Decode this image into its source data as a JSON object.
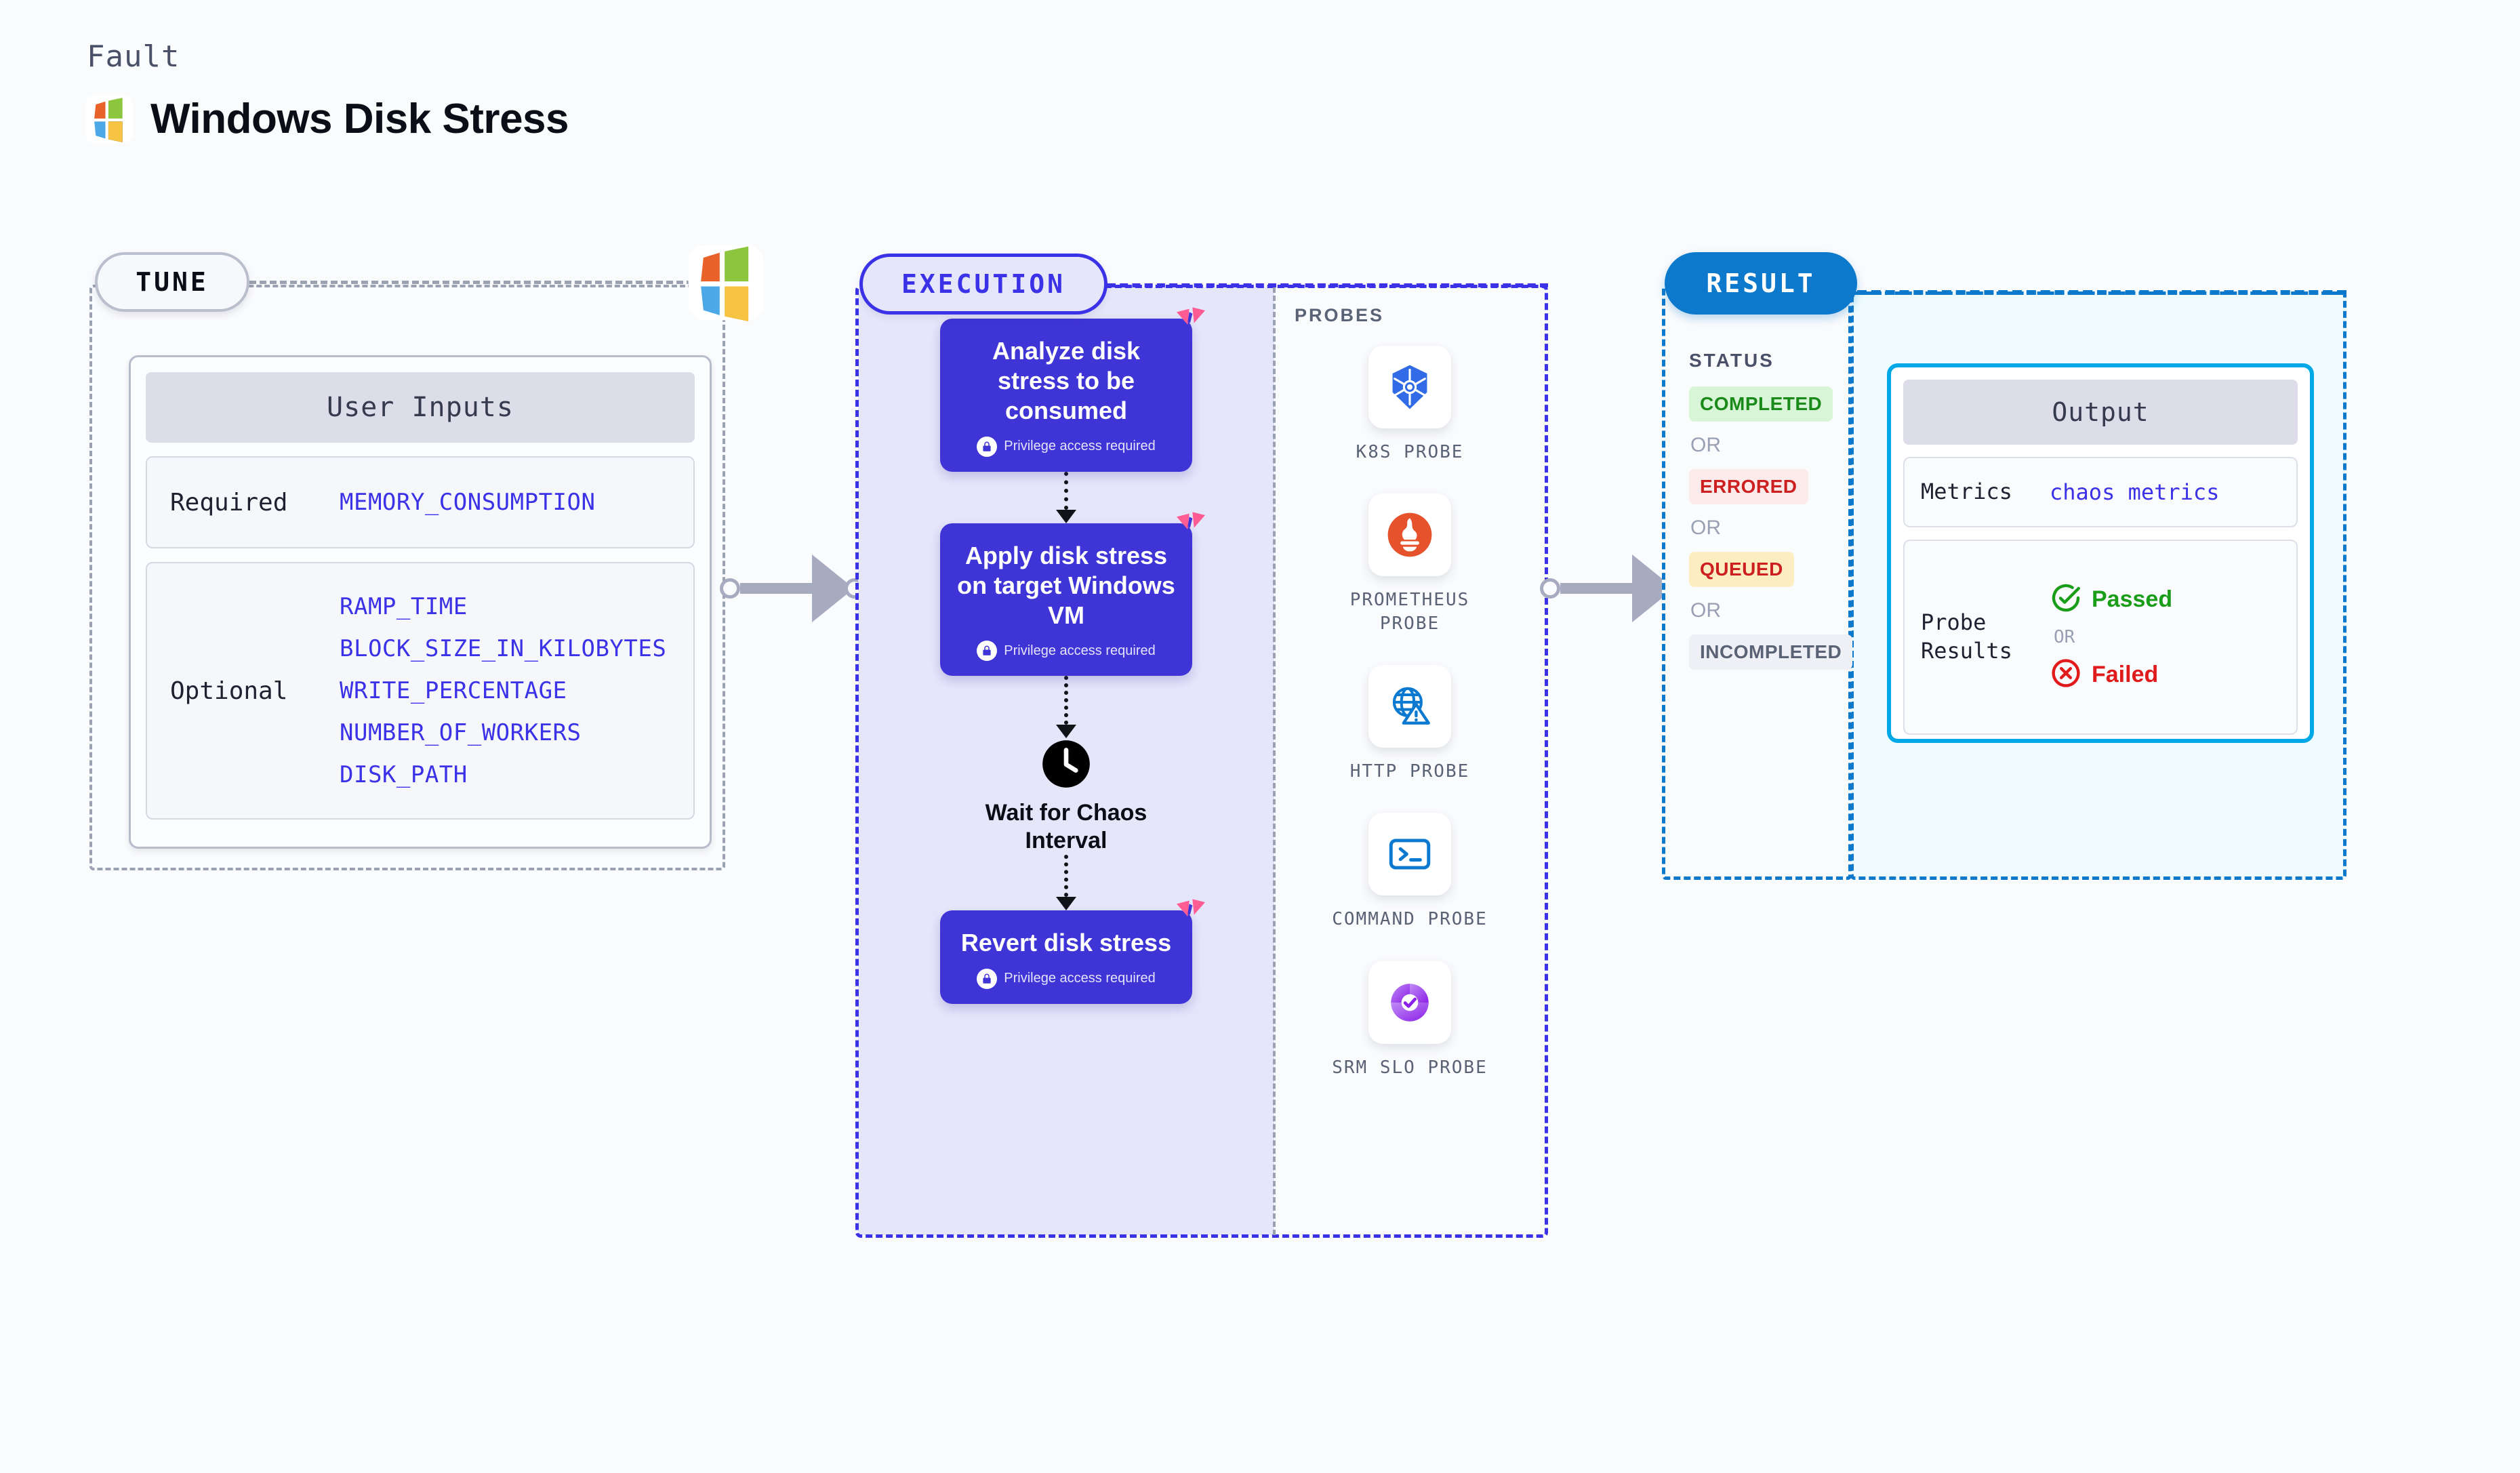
{
  "header": {
    "eyebrow": "Fault",
    "title": "Windows Disk Stress",
    "logo_icon": "windows-logo-icon"
  },
  "tune": {
    "badge": "TUNE",
    "logo_icon": "windows-logo-icon",
    "card_title": "User Inputs",
    "required_label": "Required",
    "required_values": [
      "MEMORY_CONSUMPTION"
    ],
    "optional_label": "Optional",
    "optional_values": [
      "RAMP_TIME",
      "BLOCK_SIZE_IN_KILOBYTES",
      "WRITE_PERCENTAGE",
      "NUMBER_OF_WORKERS",
      "DISK_PATH"
    ]
  },
  "execution": {
    "badge": "EXECUTION",
    "steps": [
      {
        "title": "Analyze disk stress to be consumed",
        "note": "Privilege access required",
        "note_icon": "lock-icon",
        "corner_icon": "litmus-chaos-icon"
      },
      {
        "title": "Apply disk stress on target Windows VM",
        "note": "Privilege access required",
        "note_icon": "lock-icon",
        "corner_icon": "litmus-chaos-icon"
      }
    ],
    "wait": {
      "label": "Wait for Chaos Interval",
      "icon": "clock-icon"
    },
    "final_step": {
      "title": "Revert disk stress",
      "note": "Privilege access required",
      "note_icon": "lock-icon",
      "corner_icon": "litmus-chaos-icon"
    }
  },
  "probes": {
    "label": "PROBES",
    "items": [
      {
        "name": "K8S PROBE",
        "icon": "kubernetes-icon"
      },
      {
        "name": "PROMETHEUS PROBE",
        "icon": "prometheus-icon"
      },
      {
        "name": "HTTP PROBE",
        "icon": "globe-warning-icon"
      },
      {
        "name": "COMMAND PROBE",
        "icon": "terminal-icon"
      },
      {
        "name": "SRM SLO PROBE",
        "icon": "srm-slo-icon"
      }
    ]
  },
  "result": {
    "badge": "RESULT",
    "status_label": "STATUS",
    "or_text": "OR",
    "statuses": [
      {
        "text": "COMPLETED",
        "bg": "#d8f5d8",
        "fg": "#1a8a1a"
      },
      {
        "text": "ERRORED",
        "bg": "#fdeaea",
        "fg": "#cc1f1f"
      },
      {
        "text": "QUEUED",
        "bg": "#fdeec2",
        "fg": "#cc1f1f"
      },
      {
        "text": "INCOMPLETED",
        "bg": "#eff0f5",
        "fg": "#5a6276"
      }
    ],
    "output": {
      "title": "Output",
      "metrics_label": "Metrics",
      "metrics_value": "chaos metrics",
      "probe_results_label": "Probe Results",
      "passed_text": "Passed",
      "passed_icon": "check-circle-icon",
      "failed_text": "Failed",
      "failed_icon": "x-circle-icon",
      "or_text": "OR"
    }
  },
  "colors": {
    "accent_purple": "#3b32e8",
    "accent_blue": "#0d79cc",
    "accent_cyan": "#00a8e8",
    "pink": "#ff5c93",
    "passed_green": "#1a9e1a",
    "failed_red": "#e01b1b"
  }
}
